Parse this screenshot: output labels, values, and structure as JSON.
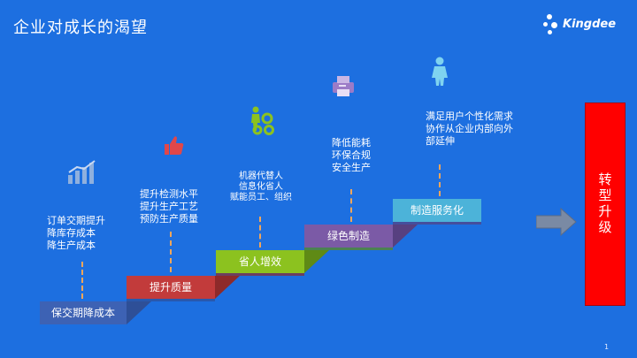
{
  "title": "企业对成长的渴望",
  "logo": {
    "text": "Kingdee"
  },
  "steps": [
    {
      "label": "保交期降成本",
      "color": "#3d62b4",
      "bullets": [
        "订单交期提升",
        "降库存成本",
        "降生产成本"
      ],
      "icon": "bar-chart-icon"
    },
    {
      "label": "提升质量",
      "color": "#c23b3b",
      "bullets": [
        "提升检测水平",
        "提升生产工艺",
        "预防生产质量"
      ],
      "icon": "thumbs-up-icon"
    },
    {
      "label": "省人增效",
      "color": "#8cc21f",
      "bullets": [
        "机器代替人",
        "信息化省人",
        "赋能员工、组织"
      ],
      "icon": "worker-gears-icon"
    },
    {
      "label": "绿色制造",
      "color": "#7b5aa6",
      "bullets": [
        "降低能耗",
        "环保合规",
        "安全生产"
      ],
      "icon": "printer-icon"
    },
    {
      "label": "制造服务化",
      "color": "#4cb3d9",
      "bullets": [
        "满足用户个性化需求",
        "协作从企业内部向外",
        "部延伸"
      ],
      "icon": "person-icon"
    }
  ],
  "transform": "转型升级",
  "page_number": "1"
}
